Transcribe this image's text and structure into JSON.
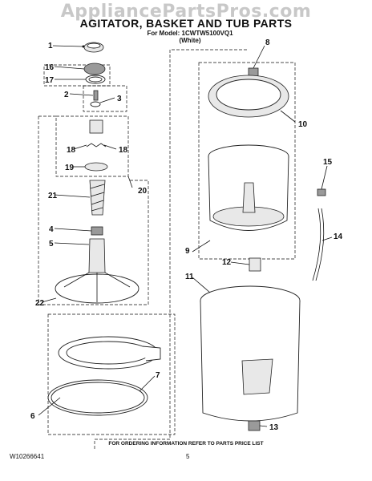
{
  "watermark": "AppliancePartsPros.com",
  "title": "AGITATOR, BASKET AND TUB PARTS",
  "model_line": "For Model: 1CWTW5100VQ1",
  "color_line": "(White)",
  "footer_note": "FOR ORDERING INFORMATION REFER TO PARTS PRICE LIST",
  "doc_number": "W10266641",
  "page_number": "5",
  "callouts": [
    "1",
    "16",
    "17",
    "2",
    "3",
    "18",
    "18",
    "19",
    "20",
    "21",
    "4",
    "5",
    "22",
    "6",
    "7",
    "8",
    "10",
    "15",
    "14",
    "9",
    "12",
    "11",
    "13"
  ]
}
